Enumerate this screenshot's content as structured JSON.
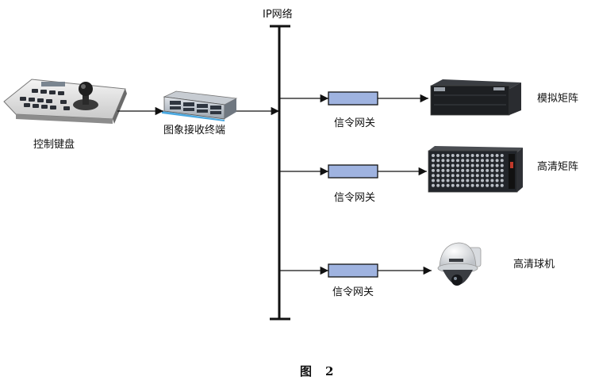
{
  "network": {
    "label": "IP网络"
  },
  "devices": {
    "keyboard": {
      "label": "控制键盘"
    },
    "receiver": {
      "label": "图象接收终端"
    },
    "analog_matrix": {
      "label": "模拟矩阵"
    },
    "hd_matrix": {
      "label": "高清矩阵"
    },
    "hd_dome": {
      "label": "高清球机"
    }
  },
  "gateways": [
    {
      "label": "信令网关"
    },
    {
      "label": "信令网关"
    },
    {
      "label": "信令网关"
    }
  ],
  "caption": {
    "prefix": "图",
    "number": "2"
  },
  "colors": {
    "gateway_fill": "#9fb3e0",
    "gateway_stroke": "#111111",
    "line": "#111111"
  }
}
